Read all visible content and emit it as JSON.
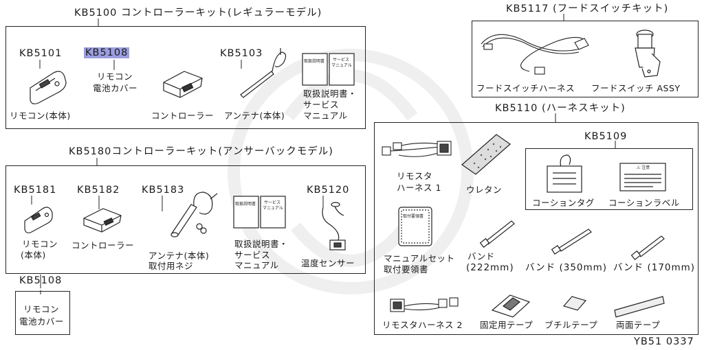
{
  "groups": {
    "kb5100": {
      "title": "KB5100 コントローラーキット(レギュラーモデル)",
      "items": {
        "kb5101": {
          "code": "KB5101",
          "label": "リモコン(本体)"
        },
        "kb5108": {
          "code": "KB5108",
          "label_1": "リモコン",
          "label_2": "電池カバー"
        },
        "controller": {
          "label": "コントローラー"
        },
        "kb5103": {
          "code": "KB5103",
          "label": "アンテナ(本体)"
        },
        "manual": {
          "line_1": "取扱説明書・",
          "line_2": "サービス",
          "line_3": "マニュアル",
          "card_left": "取扱説明書",
          "card_right_1": "サービス",
          "card_right_2": "マニュアル"
        }
      }
    },
    "kb5117": {
      "title": "KB5117 (フードスイッチキット)",
      "items": {
        "harness": {
          "label": "フードスイッチハーネス"
        },
        "switch": {
          "label": "フードスイッチ ASSY"
        }
      }
    },
    "kb5180": {
      "title": "KB5180コントローラーキット(アンサーバックモデル)",
      "items": {
        "kb5181": {
          "code": "KB5181",
          "label_1": "リモコン",
          "label_2": "(本体)"
        },
        "kb5182": {
          "code": "KB5182",
          "label": "コントローラー"
        },
        "kb5183": {
          "code": "KB5183",
          "label_1": "アンテナ(本体)",
          "label_2": "取付用ネジ"
        },
        "manual": {
          "line_1": "取扱説明書・",
          "line_2": "サービス",
          "line_3": "マニュアル",
          "card_left": "取扱説明書",
          "card_right_1": "サービス",
          "card_right_2": "マニュアル"
        },
        "kb5120": {
          "code": "KB5120",
          "label": "温度センサー"
        }
      }
    },
    "kb5108_standalone": {
      "code": "KB5108",
      "label_1": "リモコン",
      "label_2": "電池カバー"
    },
    "kb5110": {
      "title": "KB5110 (ハーネスキット)",
      "items": {
        "harness1": {
          "label_1": "リモスタ",
          "label_2": "ハーネス 1"
        },
        "urethane": {
          "label": "ウレタン"
        },
        "kb5109": {
          "code": "KB5109",
          "tag": {
            "label": "コーションタグ"
          },
          "sticker": {
            "label": "コーションラベル",
            "header": "⚠ 注意"
          }
        },
        "manual_set": {
          "line_1": "マニュアルセット",
          "line_2": "取付要領書",
          "card": "取付要領書"
        },
        "band222": {
          "line_1": "バンド",
          "line_2": "(222mm)"
        },
        "band350": {
          "label": "バンド (350mm)"
        },
        "band170": {
          "label": "バンド (170mm)"
        },
        "harness2": {
          "label": "リモスタハーネス 2"
        },
        "tape_fix": {
          "label": "固定用テープ"
        },
        "tape_butyl": {
          "label": "ブチルテープ"
        },
        "tape_double": {
          "label": "両面テープ"
        }
      }
    }
  },
  "footer": {
    "ref": "YB51 0337"
  }
}
